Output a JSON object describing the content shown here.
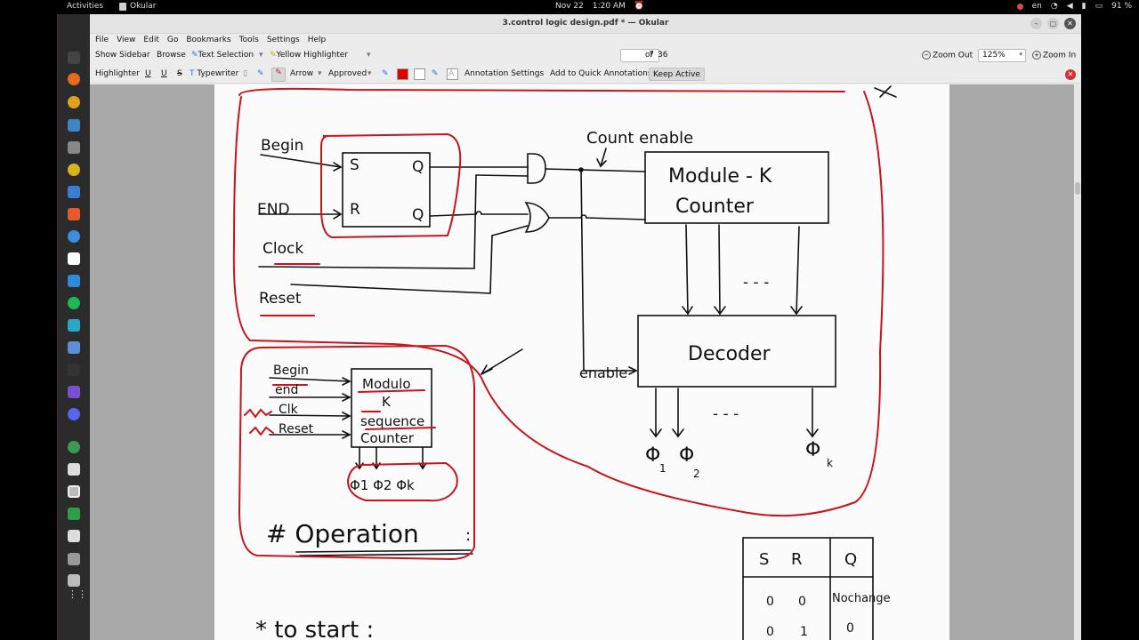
{
  "topbar": {
    "activities": "Activities",
    "app_name": "Okular",
    "date": "Nov 22",
    "time": "1:20 AM",
    "language": "en",
    "battery": "91 %"
  },
  "window": {
    "title": "3.control logic design.pdf * — Okular"
  },
  "menu": [
    "File",
    "View",
    "Edit",
    "Go",
    "Bookmarks",
    "Tools",
    "Settings",
    "Help"
  ],
  "toolbar": {
    "show_sidebar": "Show Sidebar",
    "browse": "Browse",
    "text_selection": "Text Selection",
    "yellow_highlighter": "Yellow Highlighter",
    "page_current": "7",
    "page_of": "of",
    "page_total": "36",
    "zoom_out": "Zoom Out",
    "zoom_level": "125%",
    "zoom_in": "Zoom In"
  },
  "annotation_bar": {
    "highlighter": "Highlighter",
    "underline1": "U",
    "underline2": "U",
    "strikeout": "S",
    "typewriter": "Typewriter",
    "arrow": "Arrow",
    "approved": "Approved",
    "annotation_settings": "Annotation Settings",
    "add_quick": "Add to Quick Annotations",
    "keep_active": "Keep Active",
    "color_red": "#e00000",
    "color_white": "#ffffff"
  },
  "document": {
    "begin": "Begin",
    "end_upper": "END",
    "clock": "Clock",
    "reset": "Reset",
    "ff_s": "S",
    "ff_r": "R",
    "ff_q": "Q",
    "ff_qbar": "Q",
    "count_enable": "Count enable",
    "counter_line1": "Module - K",
    "counter_line2": "Counter",
    "decoder": "Decoder",
    "enable": "enable",
    "dots": "- - -",
    "phi1": "Φ",
    "sub1": "1",
    "phi2": "Φ",
    "sub2": "2",
    "phik": "Φ",
    "subk": "k",
    "blk_begin": "Begin",
    "blk_end": "end",
    "blk_clk": "Clk",
    "blk_reset": "Reset",
    "blk_l1": "Modulo",
    "blk_l2": "K",
    "blk_l3": "sequence",
    "blk_l4": "Counter",
    "blk_phis": "Φ1 Φ2   Φk",
    "operation": "# Operation",
    "colon": ":",
    "start": "* to start :",
    "tbl_s": "S",
    "tbl_r": "R",
    "tbl_q": "Q",
    "tbl_nochange": "Nochange",
    "tbl_r1a": "0",
    "tbl_r1b": "0",
    "tbl_r2a": "0",
    "tbl_r2b": "1",
    "tbl_r2q": "0"
  },
  "colors": {
    "ink": "#111111",
    "annotation_red": "#c8141c",
    "accent_close": "#d2312f"
  }
}
